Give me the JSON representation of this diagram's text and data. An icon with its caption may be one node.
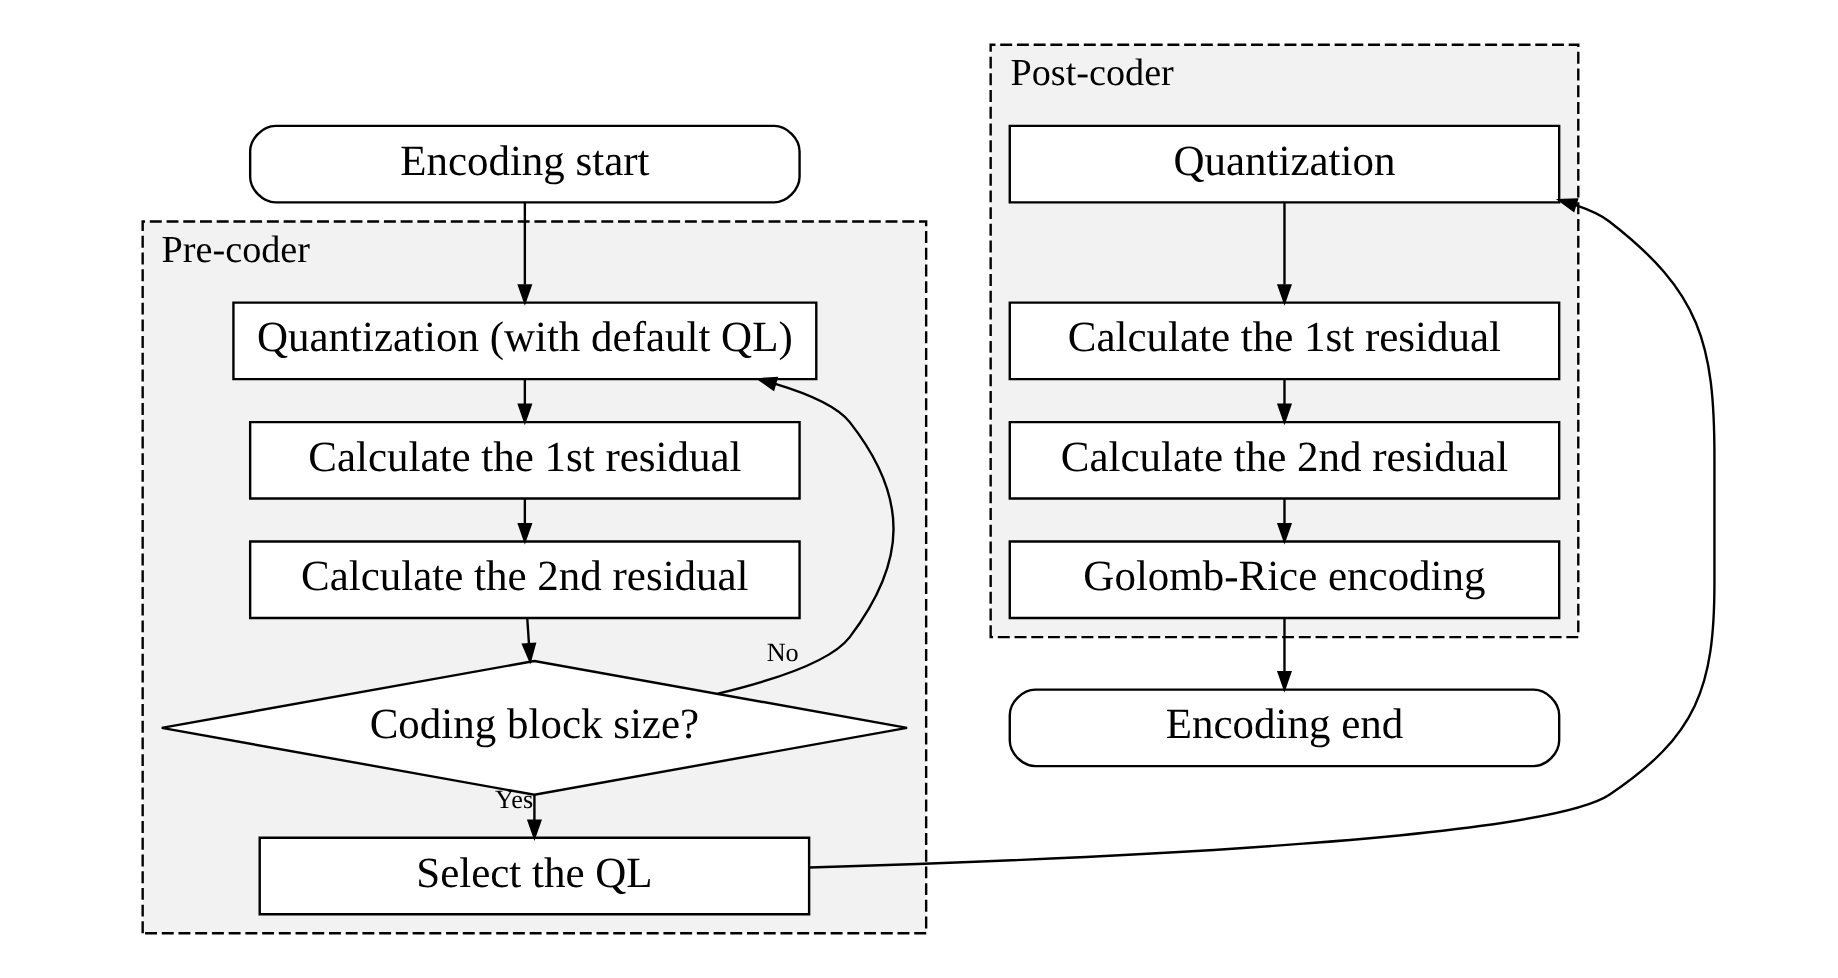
{
  "diagram": {
    "nodes": [
      {
        "text": [
          "Encoding start"
        ]
      },
      {
        "text": [
          "Pre-coder"
        ]
      },
      {
        "text": [
          "Quantization (with default QL)"
        ],
        "in": 1
      },
      {
        "text": [
          "Calculate the 1st residual"
        ],
        "in": 1
      },
      {
        "text": [
          "Calculate the 2nd residual"
        ],
        "in": 1
      },
      {
        "text": [
          "Coding block size?"
        ],
        "in": 1
      },
      {
        "text": [
          "Select the QL"
        ],
        "in": 1
      },
      {
        "text": [
          "Post-coder"
        ]
      },
      {
        "text": [
          "Quantization"
        ],
        "in": 7
      },
      {
        "text": [
          "Calculate the 1st residual"
        ],
        "in": 7
      },
      {
        "text": [
          "Calculate the 2nd residual"
        ],
        "in": 7
      },
      {
        "text": [
          "Golomb-Rice encoding"
        ],
        "in": 7
      },
      {
        "text": [
          "Encoding end"
        ]
      }
    ],
    "edges": [
      {
        "from": 0,
        "to": 2,
        "arrow": "to"
      },
      {
        "from": 2,
        "to": 3,
        "arrow": "to"
      },
      {
        "from": 3,
        "to": 4,
        "arrow": "to"
      },
      {
        "from": 4,
        "to": 5,
        "arrow": "to"
      },
      {
        "from": 5,
        "to": 6,
        "arrow": "to",
        "label": "Yes"
      },
      {
        "from": 5,
        "to": 2,
        "arrow": "to",
        "label": "No"
      },
      {
        "from": 6,
        "to": 8,
        "arrow": "to"
      },
      {
        "from": 8,
        "to": 9,
        "arrow": "to"
      },
      {
        "from": 9,
        "to": 10,
        "arrow": "to"
      },
      {
        "from": 10,
        "to": 11,
        "arrow": "to"
      },
      {
        "from": 11,
        "to": 12,
        "arrow": "to"
      }
    ]
  }
}
